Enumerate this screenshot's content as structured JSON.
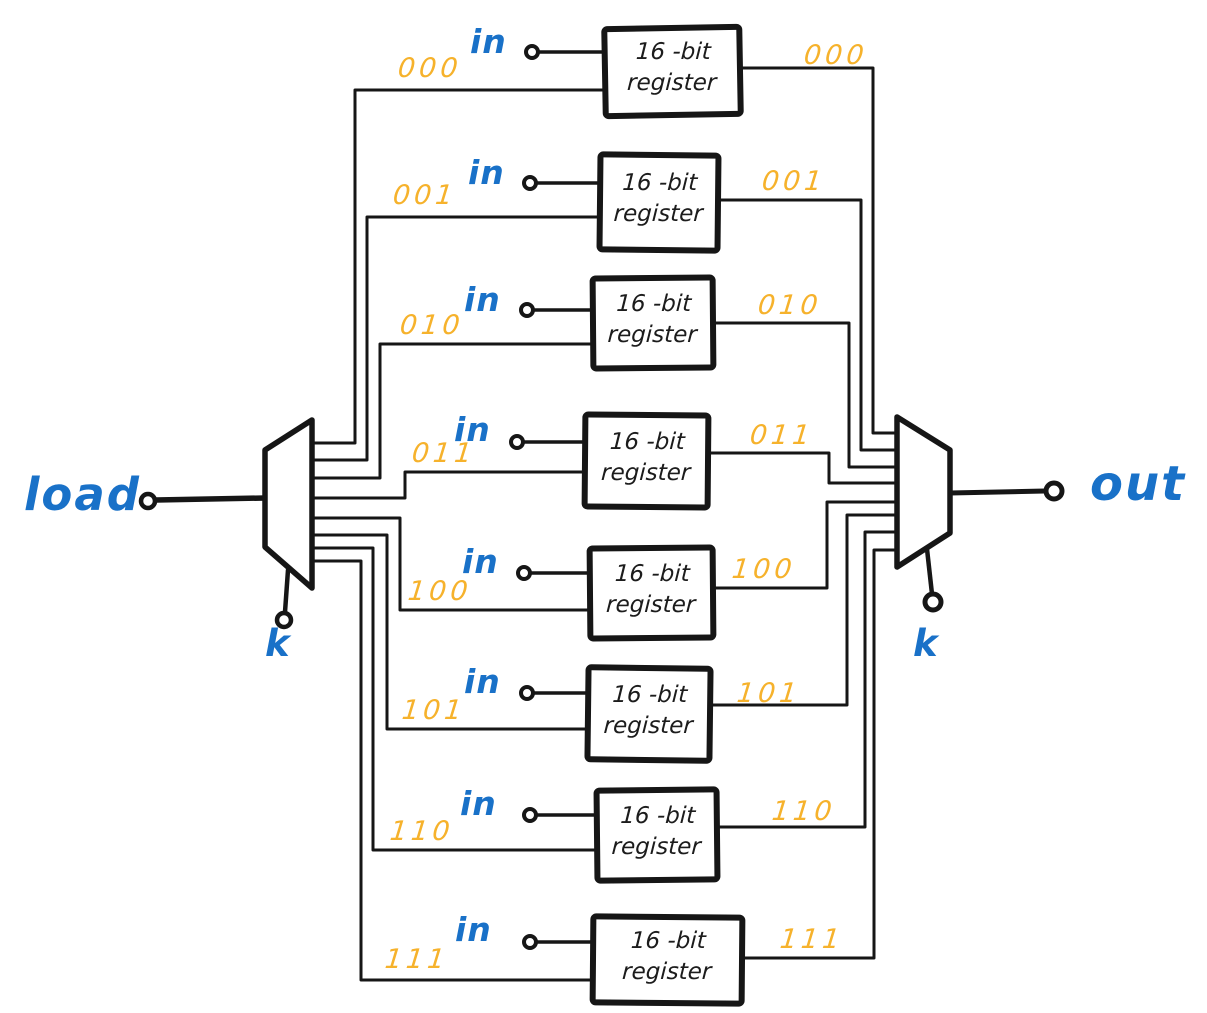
{
  "diagram": {
    "description": "Hand-drawn 8-word register file: load demultiplexer, eight 16-bit registers, output multiplexer",
    "labels": {
      "in": "in",
      "load": "load",
      "out": "out",
      "select_left": "k",
      "select_right": "k"
    },
    "register": {
      "line1": "16 -bit",
      "line2": "register"
    },
    "addresses": [
      "000",
      "001",
      "010",
      "011",
      "100",
      "101",
      "110",
      "111"
    ],
    "colors": {
      "wire": "#161616",
      "address_label": "#f6b22c",
      "signal_label": "#1971c8",
      "background": "#ffffff"
    }
  }
}
